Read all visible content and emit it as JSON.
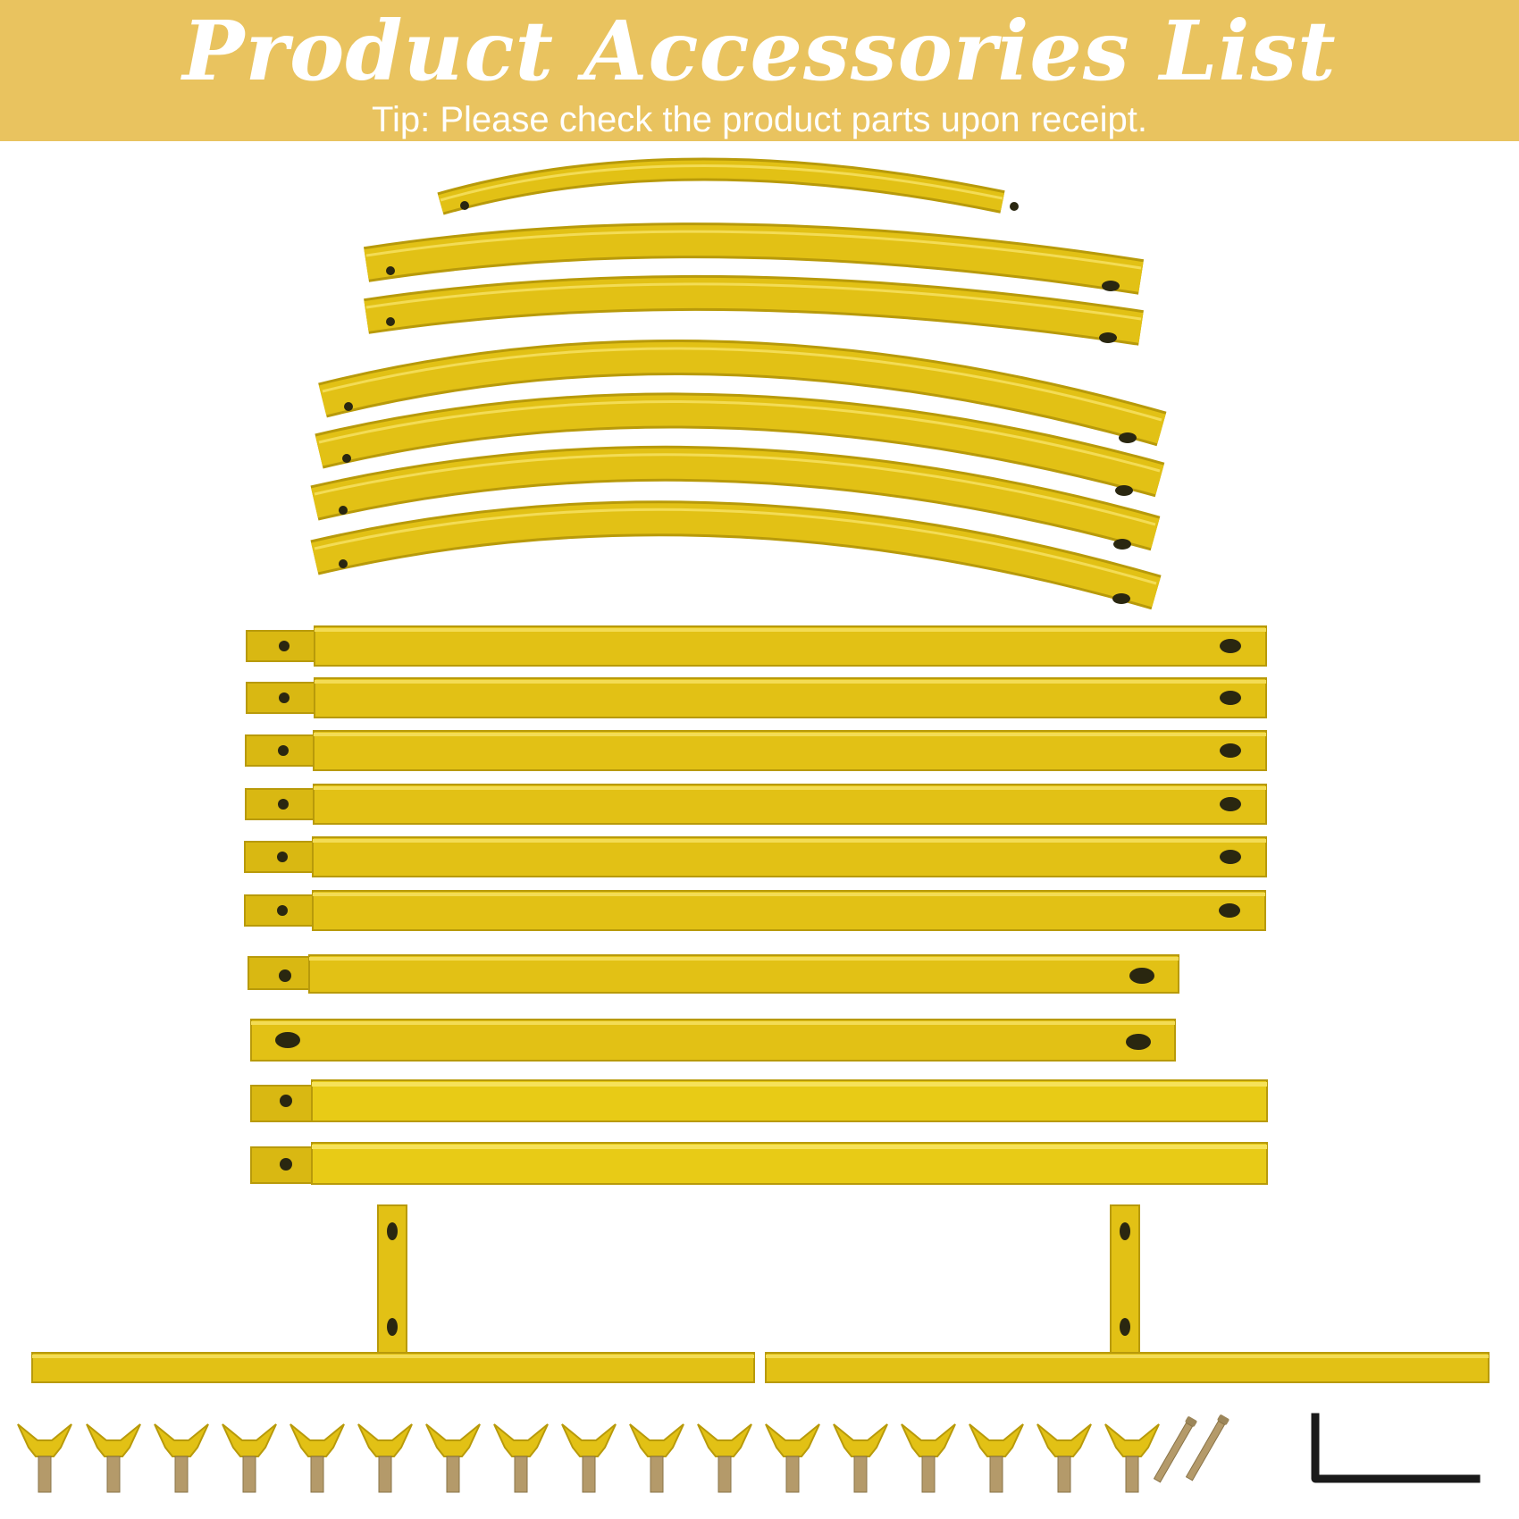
{
  "header": {
    "title": "Product Accessories List",
    "tip": "Tip: Please check the product parts upon receipt."
  },
  "colors": {
    "banner": "#e9c35f",
    "tube": "#e2c115",
    "tube_shadow": "#b89a0a",
    "tube_highlight": "#f3dc55",
    "hole": "#2a2710",
    "wrench": "#1a1a1a",
    "bolt": "#b49a6a"
  },
  "accessories": {
    "curved_tubes": {
      "count": 7,
      "icon": "curved-tube"
    },
    "long_straight_tubes": {
      "count": 6,
      "icon": "straight-tube"
    },
    "medium_straight_tubes": {
      "count": 2,
      "icon": "straight-tube"
    },
    "plain_straight_tubes": {
      "count": 2,
      "icon": "straight-tube"
    },
    "t_base_legs": {
      "count": 2,
      "icon": "t-base-leg"
    },
    "wing_nuts": {
      "count": 17,
      "icon": "wing-nut-icon"
    },
    "bolts": {
      "count": 2,
      "icon": "bolt-icon"
    },
    "hex_keys": {
      "count": 1,
      "icon": "hex-key-icon"
    }
  }
}
